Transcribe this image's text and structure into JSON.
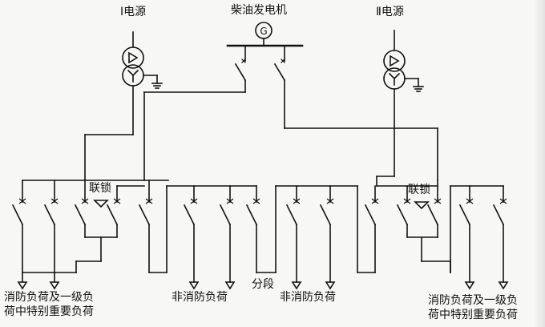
{
  "diagram": {
    "labels": {
      "source_1": "Ⅰ电源",
      "source_2": "Ⅱ电源",
      "generator": "柴油发电机",
      "generator_symbol": "G",
      "interlock_left": "联锁",
      "interlock_right": "联锁",
      "sectionalizer": "分段",
      "load_left_line1": "消防负荷及一级负",
      "load_left_line2": "荷中特别重要负荷",
      "load_center_left": "非消防负荷",
      "load_center_right": "非消防负荷",
      "load_right_line1": "消防负荷及一级负",
      "load_right_line2": "荷中特别重要负荷"
    },
    "colors": {
      "line": "#111111",
      "background": "#f7f7f5"
    }
  }
}
